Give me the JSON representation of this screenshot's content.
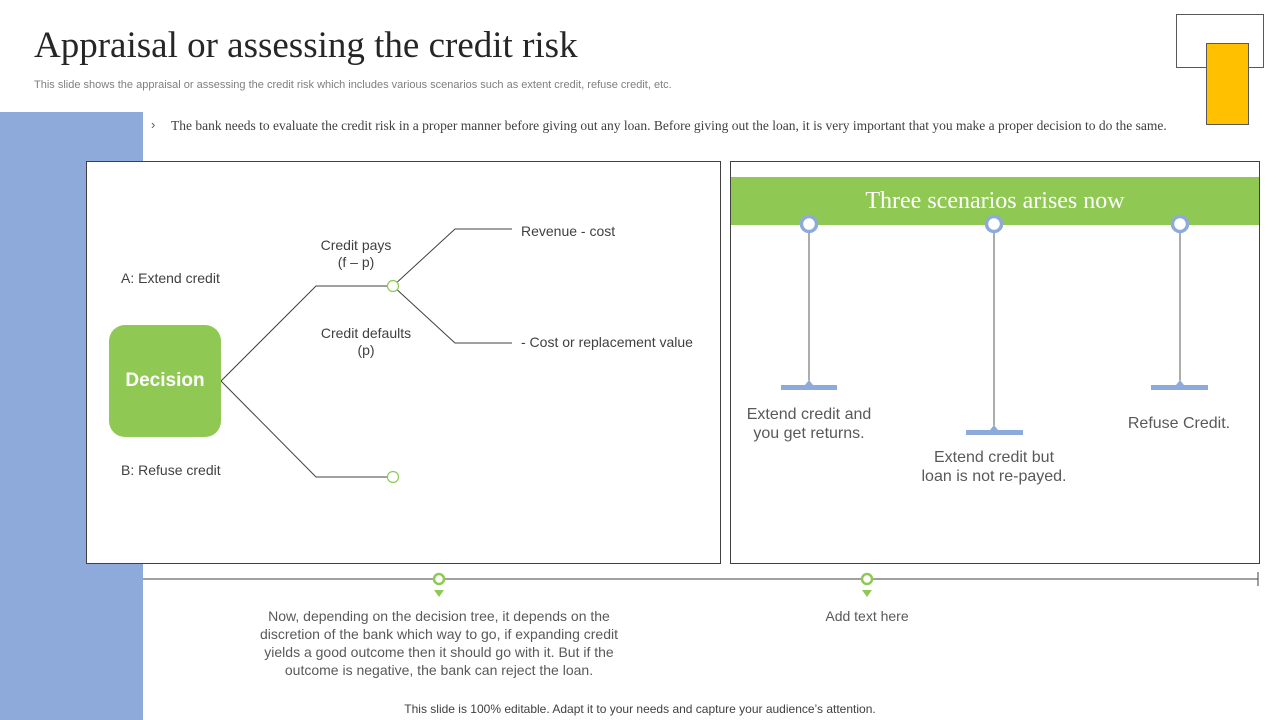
{
  "header": {
    "title": "Appraisal or assessing the credit risk",
    "subtitle": "This slide shows the appraisal or assessing the credit risk which includes various scenarios such as extent credit, refuse credit, etc."
  },
  "intro": {
    "bullet": "›",
    "text": "The bank needs to evaluate the credit risk in a proper manner before giving out any loan. Before giving out the loan, it is very important that you make a proper decision to do the same."
  },
  "decision_tree": {
    "decision_label": "Decision",
    "option_a": "A: Extend credit",
    "option_b": "B: Refuse credit",
    "credit_pays_line1": "Credit pays",
    "credit_pays_line2": "(f – p)",
    "credit_defaults_line1": "Credit defaults",
    "credit_defaults_line2": "(p)",
    "outcome_revenue": "Revenue - cost",
    "outcome_cost": "- Cost or replacement value"
  },
  "scenarios": {
    "banner": "Three scenarios arises now",
    "items": [
      {
        "line1": "Extend credit and",
        "line2": "you get returns."
      },
      {
        "line1": "Extend credit but",
        "line2": "loan is not re-payed."
      },
      {
        "line1": "Refuse Credit.",
        "line2": ""
      }
    ]
  },
  "timeline": {
    "note1": "Now, depending on the decision tree, it depends on the discretion of the bank which way to go, if expanding credit yields a good outcome then it should go with it. But if the outcome is negative, the bank can reject the loan.",
    "note2": "Add text here"
  },
  "footer": "This slide is 100% editable. Adapt it to your needs and capture your audience’s attention.",
  "colors": {
    "green": "#8fc953",
    "blue": "#8eaadb",
    "yellow": "#ffc000"
  }
}
